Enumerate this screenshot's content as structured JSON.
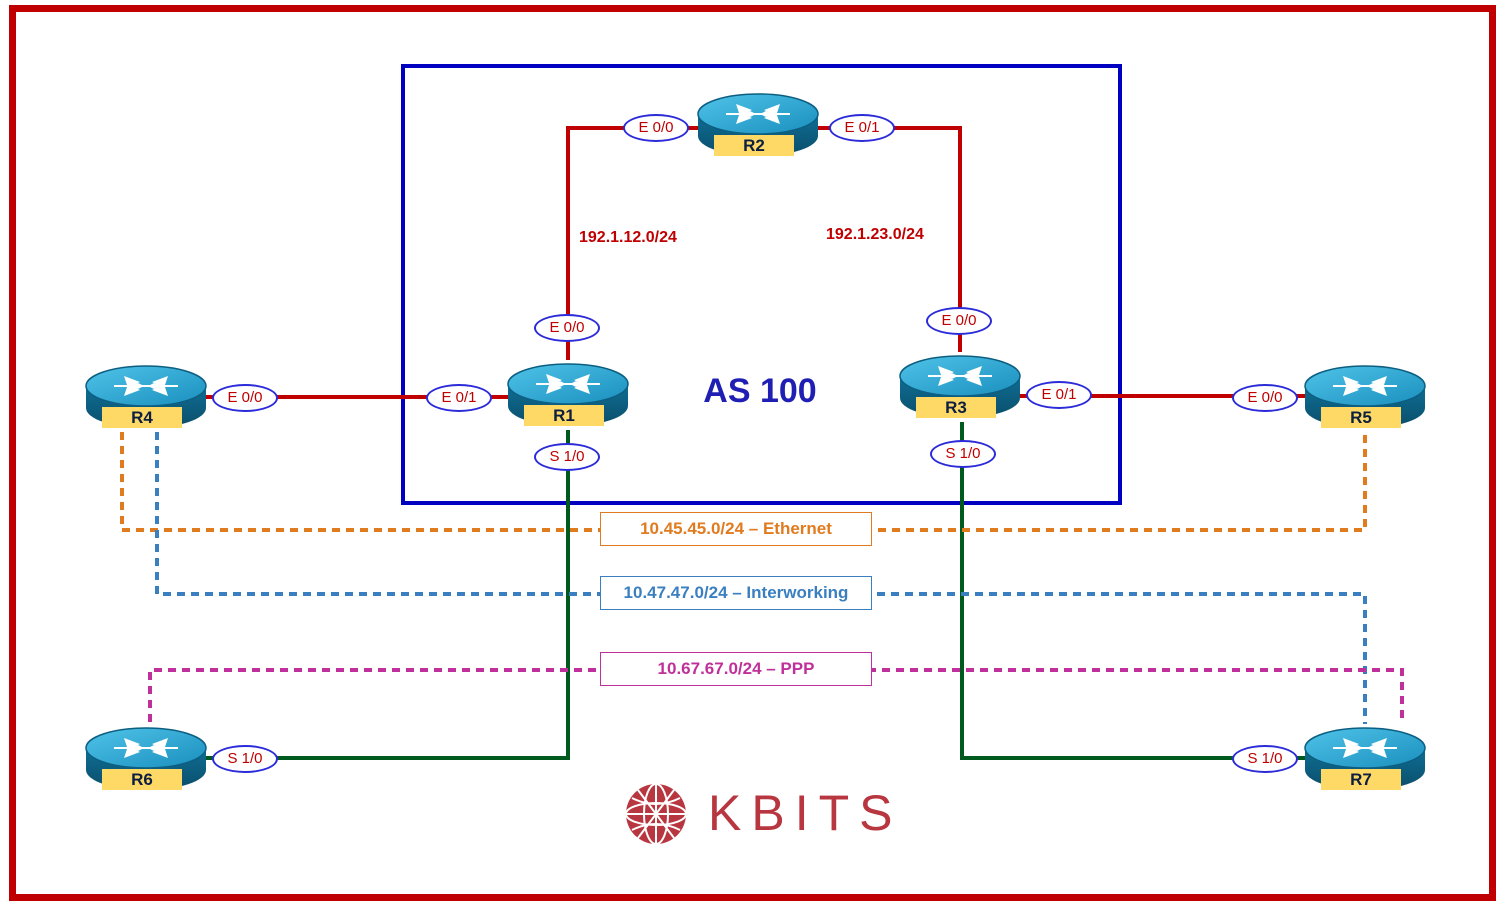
{
  "as_label": "AS 100",
  "routers": {
    "r1": "R1",
    "r2": "R2",
    "r3": "R3",
    "r4": "R4",
    "r5": "R5",
    "r6": "R6",
    "r7": "R7"
  },
  "subnets": {
    "r1_r2": "192.1.12.0/24",
    "r2_r3": "192.1.23.0/24"
  },
  "interfaces": {
    "r2_e00": "E 0/0",
    "r2_e01": "E 0/1",
    "r1_e00": "E 0/0",
    "r1_e01": "E 0/1",
    "r1_s10": "S 1/0",
    "r3_e00": "E 0/0",
    "r3_e01": "E 0/1",
    "r3_s10": "S 1/0",
    "r4_e00": "E 0/0",
    "r5_e00": "E 0/0",
    "r6_s10": "S 1/0",
    "r7_s10": "S 1/0"
  },
  "networks": {
    "ethernet": "10.45.45.0/24 – Ethernet",
    "interworking": "10.47.47.0/24 – Interworking",
    "ppp": "10.67.67.0/24 – PPP"
  },
  "colors": {
    "frame": "#c00000",
    "as_box": "#0000c0",
    "ethernet_link": "#c00000",
    "serial_link": "#005a1e",
    "ethernet_net": "#e07b20",
    "interworking_net": "#3a7fc0",
    "ppp_net": "#c0309a"
  },
  "logo": {
    "text": "KBITS",
    "icon": "globe-icon"
  }
}
